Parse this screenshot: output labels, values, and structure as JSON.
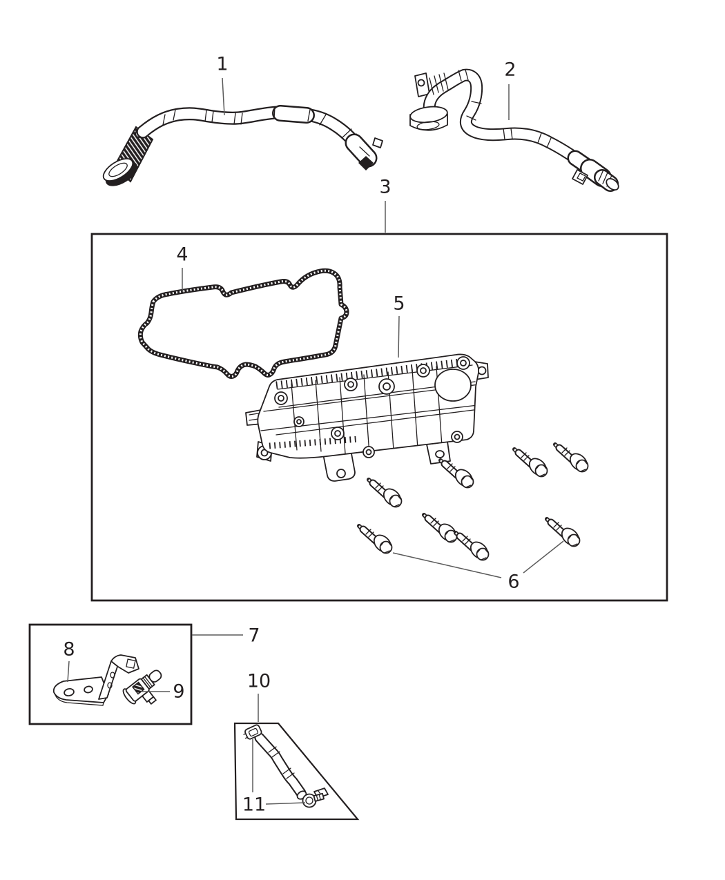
{
  "colors": {
    "background": "#ffffff",
    "line": "#231f20",
    "leader": "#5a5a5a"
  },
  "callouts": [
    {
      "text": "1",
      "name": "hose-upper-left"
    },
    {
      "text": "2",
      "name": "hose-upper-right"
    },
    {
      "text": "3",
      "name": "cover-assembly-box"
    },
    {
      "text": "4",
      "name": "gasket"
    },
    {
      "text": "5",
      "name": "separator-cover-plate"
    },
    {
      "text": "6",
      "name": "mounting-screws"
    },
    {
      "text": "7",
      "name": "bracket-and-sensor-box"
    },
    {
      "text": "8",
      "name": "mounting-bracket"
    },
    {
      "text": "9",
      "name": "sensor"
    },
    {
      "text": "10",
      "name": "tube-assembly-box"
    },
    {
      "text": "11",
      "name": "hose-clamps"
    }
  ]
}
